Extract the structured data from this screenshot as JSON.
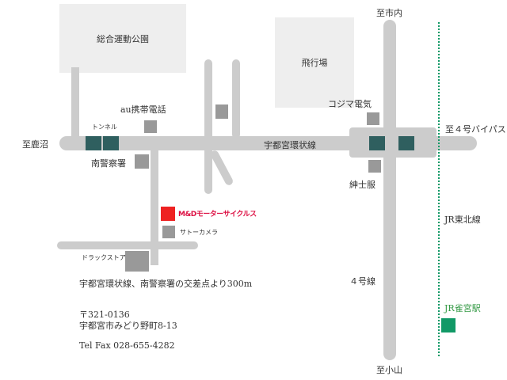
{
  "places": {
    "park": "総合運動公園",
    "airport": "飛行場"
  },
  "labels": {
    "to_kanuma": "至鹿沼",
    "tunnel": "トンネル",
    "au": "au携帯電話",
    "police": "南警察署",
    "ring_road": "宇都宮環状線",
    "shop": "M&Dモーターサイクルス",
    "camera": "サトーカメラ",
    "drugstore": "ドラックストア",
    "kojima": "コジマ電気",
    "suit": "紳士服",
    "to_bypass": "至４号バイパス",
    "to_city": "至市内",
    "to_oyama": "至小山",
    "route4": "４号線",
    "jr_line": "JR東北線",
    "jr_station": "JR雀宮駅"
  },
  "info": {
    "directions": "宇都宮環状線、南警察署の交差点より300m",
    "postal": "〒321-0136",
    "address": "宇都宮市みどり野町8-13",
    "phone": "Tel Fax 028-655-4282"
  },
  "colors": {
    "road": "#cccccc",
    "shop": "#ee2222",
    "station": "#119966",
    "signal": "#2f5f5f"
  }
}
